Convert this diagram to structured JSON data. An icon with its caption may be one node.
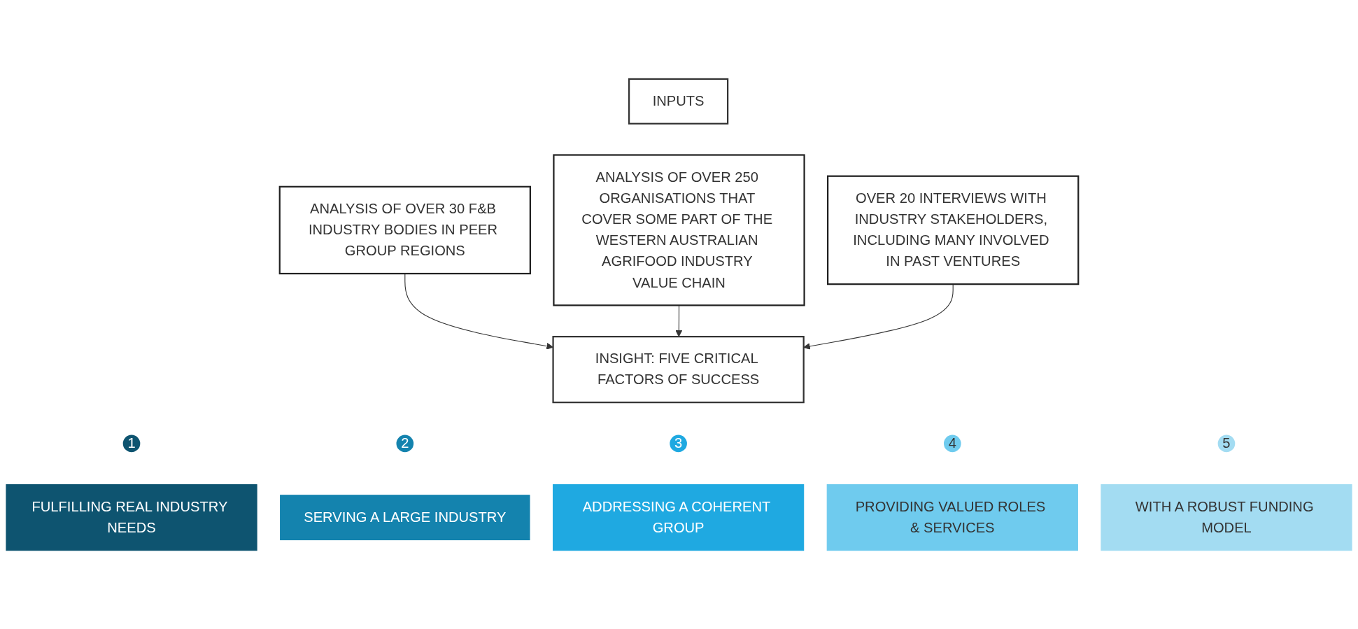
{
  "diagram": {
    "nodes": [
      {
        "text": [
          "INPUTS"
        ]
      },
      {
        "text": [
          "ANALYSIS OF OVER 30 F&B INDUSTRY BODIES IN PEER GROUP REGIONS"
        ]
      },
      {
        "text": [
          "ANALYSIS OF OVER 250 ORGANISATIONS THAT COVER SOME PART OF THE WESTERN AUSTRALIAN AGRIFOOD INDUSTRY VALUE CHAIN"
        ]
      },
      {
        "text": [
          "OVER 20 INTERVIEWS WITH INDUSTRY STAKEHOLDERS, INCLUDING MANY INVOLVED IN PAST VENTURES"
        ]
      },
      {
        "text": [
          "INSIGHT: FIVE CRITICAL FACTORS OF SUCCESS"
        ]
      },
      {
        "text": [
          "1"
        ]
      },
      {
        "text": [
          "FULFILLING REAL INDUSTRY NEEDS"
        ]
      },
      {
        "text": [
          "2"
        ]
      },
      {
        "text": [
          "SERVING A LARGE INDUSTRY"
        ]
      },
      {
        "text": [
          "3"
        ]
      },
      {
        "text": [
          "ADDRESSING A COHERENT GROUP"
        ]
      },
      {
        "text": [
          "4"
        ]
      },
      {
        "text": [
          "PROVIDING VALUED ROLES & SERVICES"
        ]
      },
      {
        "text": [
          "5"
        ]
      },
      {
        "text": [
          "WITH A ROBUST FUNDING MODEL"
        ]
      }
    ],
    "edges": [
      {
        "from": 1,
        "to": 4,
        "arrow": "to"
      },
      {
        "from": 2,
        "to": 4,
        "arrow": "to"
      },
      {
        "from": 3,
        "to": 4,
        "arrow": "to"
      }
    ]
  }
}
